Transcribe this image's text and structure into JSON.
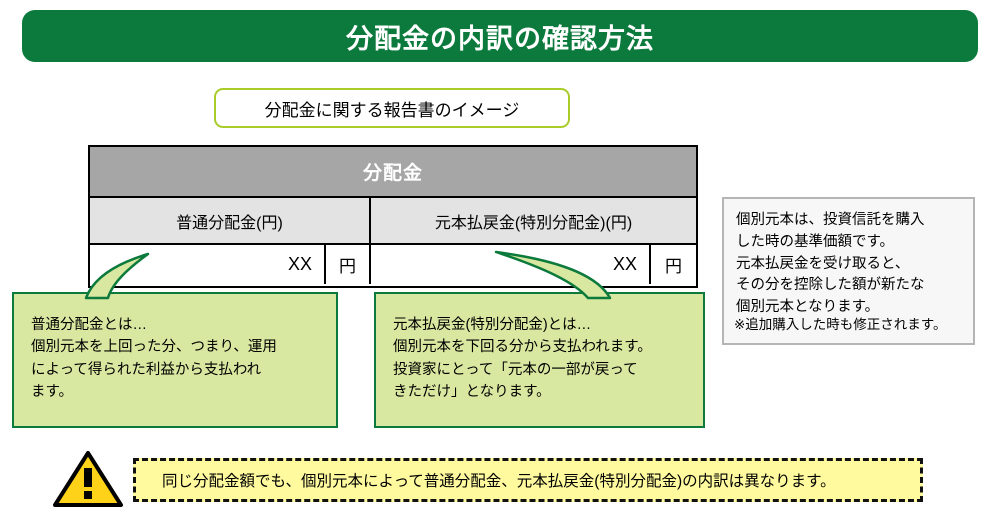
{
  "banner": {
    "title": "分配金の内訳の確認方法",
    "bg_color": "#0b7a3c",
    "text_color": "#ffffff"
  },
  "report_label": {
    "text": "分配金に関する報告書のイメージ",
    "border_color": "#a9cc28"
  },
  "table": {
    "header": "分配金",
    "header_bg": "#a6a6a6",
    "colhead_bg": "#e3e3e3",
    "columns": [
      {
        "label": "普通分配金(円)",
        "value": "XX",
        "unit": "円"
      },
      {
        "label": "元本払戻金(特別分配金)(円)",
        "value": "XX",
        "unit": "円"
      }
    ]
  },
  "callouts": [
    {
      "name": "ordinary-distribution",
      "text": "普通分配金とは…\n個別元本を上回った分、つまり、運用\nによって得られた利益から支払われ\nます。",
      "fill": "#d9e8a0",
      "border": "#0b7a3c"
    },
    {
      "name": "principal-refund",
      "text": "元本払戻金(特別分配金)とは…\n個別元本を下回る分から支払われます。\n投資家にとって「元本の一部が戻って\nきただけ」となります。",
      "fill": "#d9e8a0",
      "border": "#0b7a3c"
    }
  ],
  "info_box": {
    "body": "個別元本は、投資信託を購入\nした時の基準価額です。\n元本払戻金を受け取ると、\nその分を控除した額が新たな\n個別元本となります。",
    "note": "※追加購入した時も修正されます。",
    "bg": "#f7f7f7",
    "border": "#b5b5b5"
  },
  "warning": {
    "icon": "warning-triangle-icon",
    "text": "同じ分配金額でも、個別元本によって普通分配金、元本払戻金(特別分配金)の内訳は異なります。",
    "bg": "#fffa9e",
    "border": "#111111",
    "triangle_fill": "#ffd21a"
  }
}
